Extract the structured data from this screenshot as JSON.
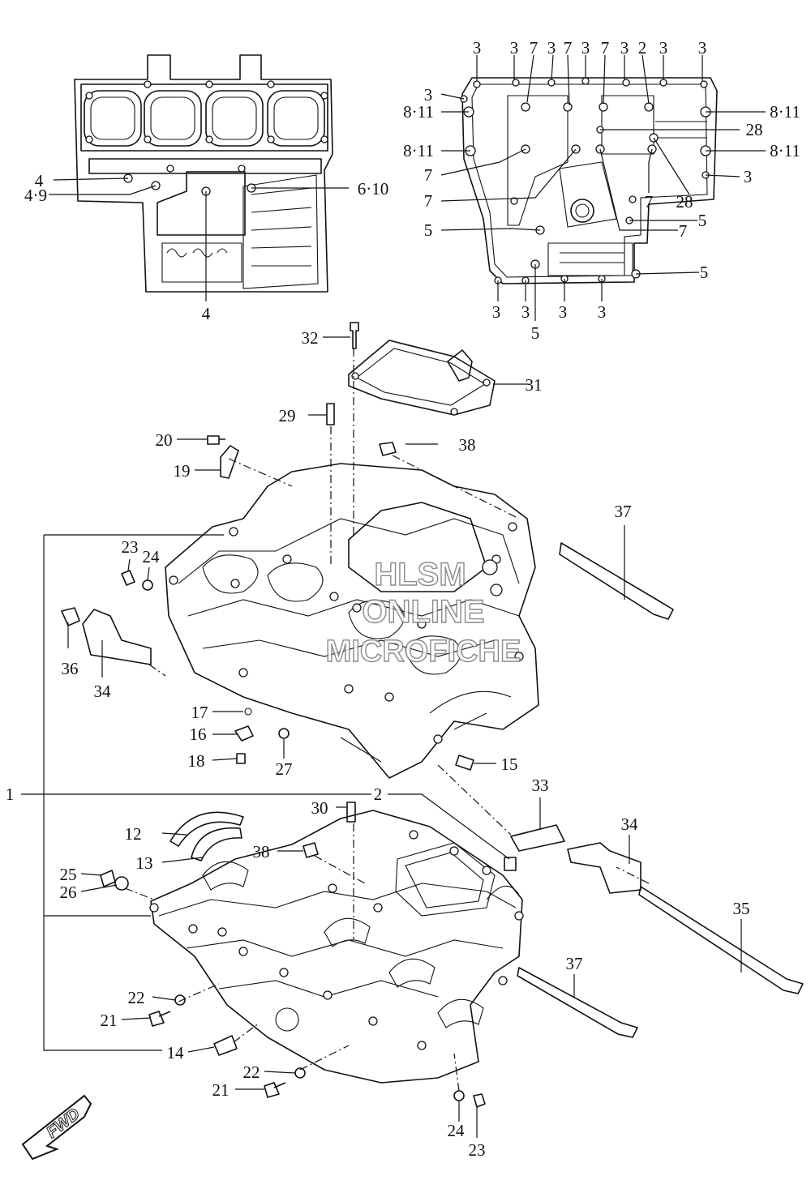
{
  "watermark": {
    "line1": "HLSM",
    "line2": "ONLINE",
    "line3": "MICROFICHE"
  },
  "fwd_label": "FWD",
  "callouts": [
    {
      "id": "c1",
      "text": "3"
    },
    {
      "id": "c2",
      "text": "3"
    },
    {
      "id": "c3",
      "text": "7"
    },
    {
      "id": "c4",
      "text": "3"
    },
    {
      "id": "c5",
      "text": "7"
    },
    {
      "id": "c6",
      "text": "3"
    },
    {
      "id": "c7",
      "text": "7"
    },
    {
      "id": "c8",
      "text": "3"
    },
    {
      "id": "c9",
      "text": "2"
    },
    {
      "id": "c10",
      "text": "3"
    },
    {
      "id": "c11",
      "text": "3"
    },
    {
      "id": "c12",
      "text": "3"
    },
    {
      "id": "c13",
      "text": "8·11"
    },
    {
      "id": "c14",
      "text": "8·11"
    },
    {
      "id": "c15",
      "text": "7"
    },
    {
      "id": "c16",
      "text": "7"
    },
    {
      "id": "c17",
      "text": "5"
    },
    {
      "id": "c18",
      "text": "8·11"
    },
    {
      "id": "c19",
      "text": "28"
    },
    {
      "id": "c20",
      "text": "8·11"
    },
    {
      "id": "c21",
      "text": "3"
    },
    {
      "id": "c22",
      "text": "7"
    },
    {
      "id": "c23",
      "text": "28"
    },
    {
      "id": "c24",
      "text": "5"
    },
    {
      "id": "c25",
      "text": "7"
    },
    {
      "id": "c26",
      "text": "5"
    },
    {
      "id": "c27",
      "text": "3"
    },
    {
      "id": "c28",
      "text": "3"
    },
    {
      "id": "c29",
      "text": "3"
    },
    {
      "id": "c30",
      "text": "3"
    },
    {
      "id": "c31",
      "text": "5"
    },
    {
      "id": "c32",
      "text": "4"
    },
    {
      "id": "c33",
      "text": "4·9"
    },
    {
      "id": "c34",
      "text": "6·10"
    },
    {
      "id": "c35",
      "text": "4"
    },
    {
      "id": "c36",
      "text": "32"
    },
    {
      "id": "c37",
      "text": "31"
    },
    {
      "id": "c38",
      "text": "29"
    },
    {
      "id": "c39",
      "text": "20"
    },
    {
      "id": "c40",
      "text": "19"
    },
    {
      "id": "c41",
      "text": "38"
    },
    {
      "id": "c42",
      "text": "37"
    },
    {
      "id": "c43",
      "text": "23"
    },
    {
      "id": "c44",
      "text": "24"
    },
    {
      "id": "c45",
      "text": "36"
    },
    {
      "id": "c46",
      "text": "34"
    },
    {
      "id": "c47",
      "text": "17"
    },
    {
      "id": "c48",
      "text": "16"
    },
    {
      "id": "c49",
      "text": "18"
    },
    {
      "id": "c50",
      "text": "27"
    },
    {
      "id": "c51",
      "text": "15"
    },
    {
      "id": "c52",
      "text": "1"
    },
    {
      "id": "c53",
      "text": "2"
    },
    {
      "id": "c54",
      "text": "33"
    },
    {
      "id": "c55",
      "text": "30"
    },
    {
      "id": "c56",
      "text": "34"
    },
    {
      "id": "c57",
      "text": "12"
    },
    {
      "id": "c58",
      "text": "13"
    },
    {
      "id": "c59",
      "text": "38"
    },
    {
      "id": "c60",
      "text": "25"
    },
    {
      "id": "c61",
      "text": "26"
    },
    {
      "id": "c62",
      "text": "35"
    },
    {
      "id": "c63",
      "text": "37"
    },
    {
      "id": "c64",
      "text": "22"
    },
    {
      "id": "c65",
      "text": "21"
    },
    {
      "id": "c66",
      "text": "14"
    },
    {
      "id": "c67",
      "text": "22"
    },
    {
      "id": "c68",
      "text": "21"
    },
    {
      "id": "c69",
      "text": "24"
    },
    {
      "id": "c70",
      "text": "23"
    }
  ]
}
